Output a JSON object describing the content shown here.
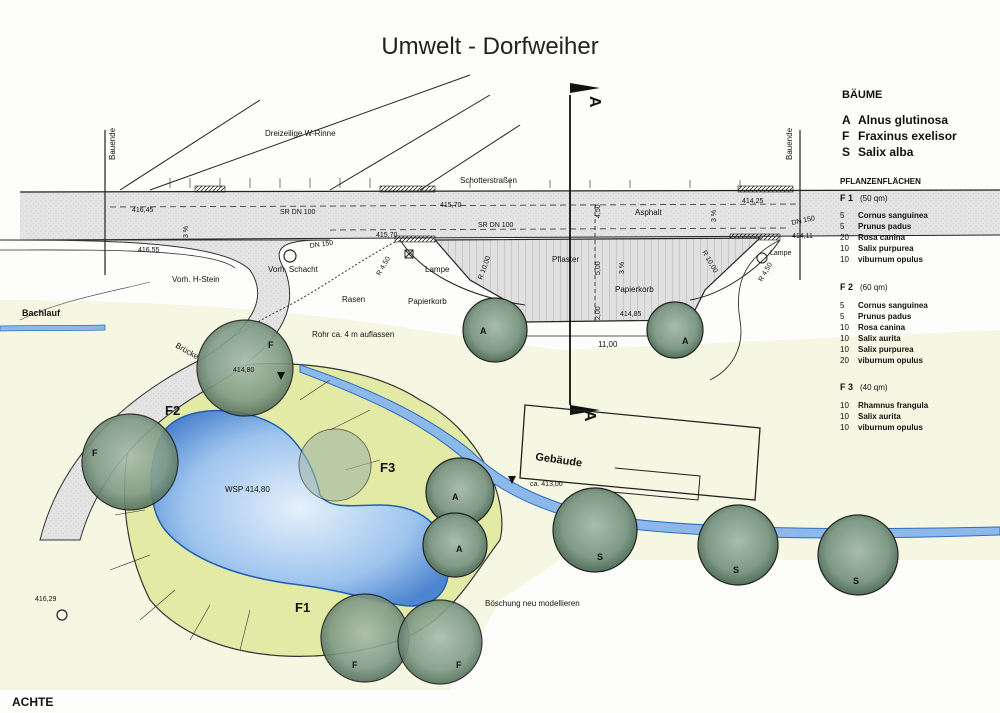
{
  "title": "Umwelt - Dorfweiher",
  "legend": {
    "trees_heading": "BÄUME",
    "trees": [
      {
        "code": "A",
        "name": "Alnus glutinosa"
      },
      {
        "code": "F",
        "name": "Fraxinus exelisor"
      },
      {
        "code": "S",
        "name": "Salix alba"
      }
    ],
    "plant_areas_heading": "PFLANZENFLÄCHEN",
    "areas": [
      {
        "label": "F 1",
        "size": "(50 qm)",
        "items": [
          {
            "qty": "5",
            "name": "Cornus sanguinea"
          },
          {
            "qty": "5",
            "name": "Prunus padus"
          },
          {
            "qty": "20",
            "name": "Rosa canina"
          },
          {
            "qty": "10",
            "name": "Salix purpurea"
          },
          {
            "qty": "10",
            "name": "viburnum opulus"
          }
        ]
      },
      {
        "label": "F 2",
        "size": "(60 qm)",
        "items": [
          {
            "qty": "5",
            "name": "Cornus sanguinea"
          },
          {
            "qty": "5",
            "name": "Prunus padus"
          },
          {
            "qty": "10",
            "name": "Rosa canina"
          },
          {
            "qty": "10",
            "name": "Salix aurita"
          },
          {
            "qty": "10",
            "name": "Salix purpurea"
          },
          {
            "qty": "20",
            "name": "viburnum opulus"
          }
        ]
      },
      {
        "label": "F 3",
        "size": "(40 qm)",
        "items": [
          {
            "qty": "10",
            "name": "Rhamnus frangula"
          },
          {
            "qty": "10",
            "name": "Salix aurita"
          },
          {
            "qty": "10",
            "name": "viburnum opulus"
          }
        ]
      }
    ]
  },
  "labels": {
    "bauende": "Bauende",
    "rinne": "Dreizeilige W-Rinne",
    "schotter": "Schotterstraßen",
    "asphalt": "Asphalt",
    "sr1": "SR DN 100",
    "sr2": "SR DN 100",
    "dn150a": "DN 150",
    "dn150b": "DN 150",
    "h1": "416,45",
    "h2": "416,55",
    "h3": "415,70",
    "h4": "415,70",
    "h5": "414,25",
    "h6": "414,11",
    "h7": "414,85",
    "h8": "414,80",
    "h9": "416,29",
    "ca413": "ca. 413,00",
    "pct1": "3 %",
    "pct2": "3 %",
    "pct3": "3 %",
    "m450": "4,50",
    "m500": "5,00",
    "m200": "2,00",
    "m1100": "11,00",
    "r450a": "R 4,50",
    "r450b": "R 4,50",
    "r1000a": "R 10,00",
    "r1000b": "R 10,00",
    "hstein": "Vorh. H-Stein",
    "schacht": "Vorh. Schacht",
    "lampe1": "Lampe",
    "lampe2": "Lampe",
    "rasen": "Rasen",
    "papierkorb1": "Papierkorb",
    "papierkorb2": "Papierkorb",
    "pflaster": "Pflaster",
    "bachlauf": "Bachlauf",
    "bruecke": "Brücke",
    "rohr": "Rohr ca. 4 m auflassen",
    "gebaeude": "Gebäude",
    "wsp": "WSP 414,80",
    "boeschung": "Böschung neu modellieren",
    "sectionA": "A",
    "f1": "F1",
    "f2": "F2",
    "f3": "F3",
    "sheet": "ACHTE"
  },
  "trees": [
    {
      "code": "A",
      "tag": "a1"
    },
    {
      "code": "A",
      "tag": "a2"
    },
    {
      "code": "A",
      "tag": "a3"
    },
    {
      "code": "A",
      "tag": "a4"
    },
    {
      "code": "F",
      "tag": "f1"
    },
    {
      "code": "F",
      "tag": "f2"
    },
    {
      "code": "F",
      "tag": "f3"
    },
    {
      "code": "F",
      "tag": "f4"
    },
    {
      "code": "S",
      "tag": "s1"
    },
    {
      "code": "S",
      "tag": "s2"
    },
    {
      "code": "S",
      "tag": "s3"
    }
  ],
  "colors": {
    "water": "#7fb2e5",
    "water_edge": "#3f7bc8",
    "grass": "#e6ecb0",
    "paving": "#dcdcdc",
    "tree_fill": "#7f9a86",
    "tree_dark": "#4f6b57"
  }
}
